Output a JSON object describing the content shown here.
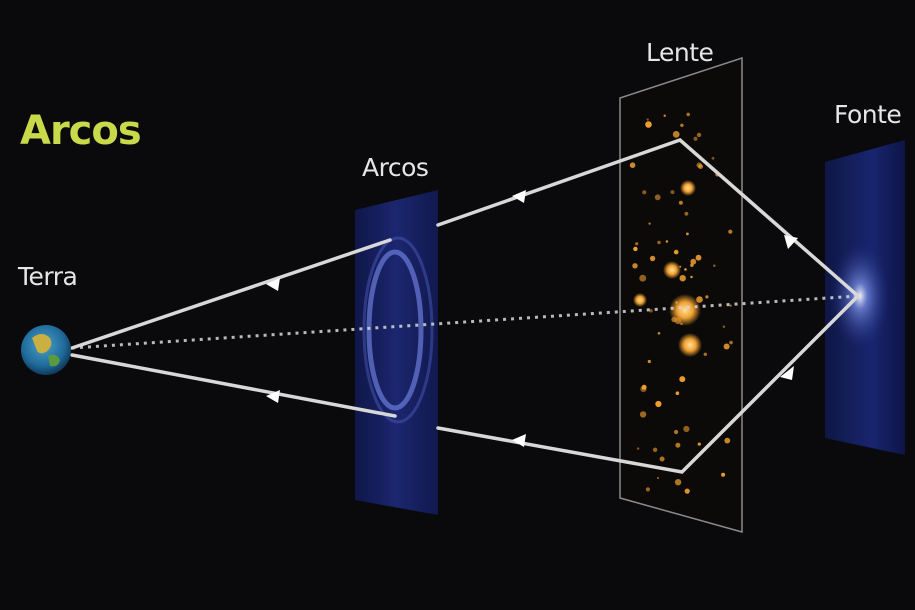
{
  "title": "Arcos",
  "labels": {
    "earth": "Terra",
    "arcs": "Arcos",
    "lens": "Lente",
    "source": "Fonte"
  },
  "colors": {
    "background": "#0a0a0c",
    "title": "#c8d94a",
    "label": "#e6e6e6",
    "ray": "#d8d8d8",
    "arc_panel": "#1d2a7a",
    "source_panel": "#1b2a80",
    "lens_galaxies": "#f0a030"
  }
}
